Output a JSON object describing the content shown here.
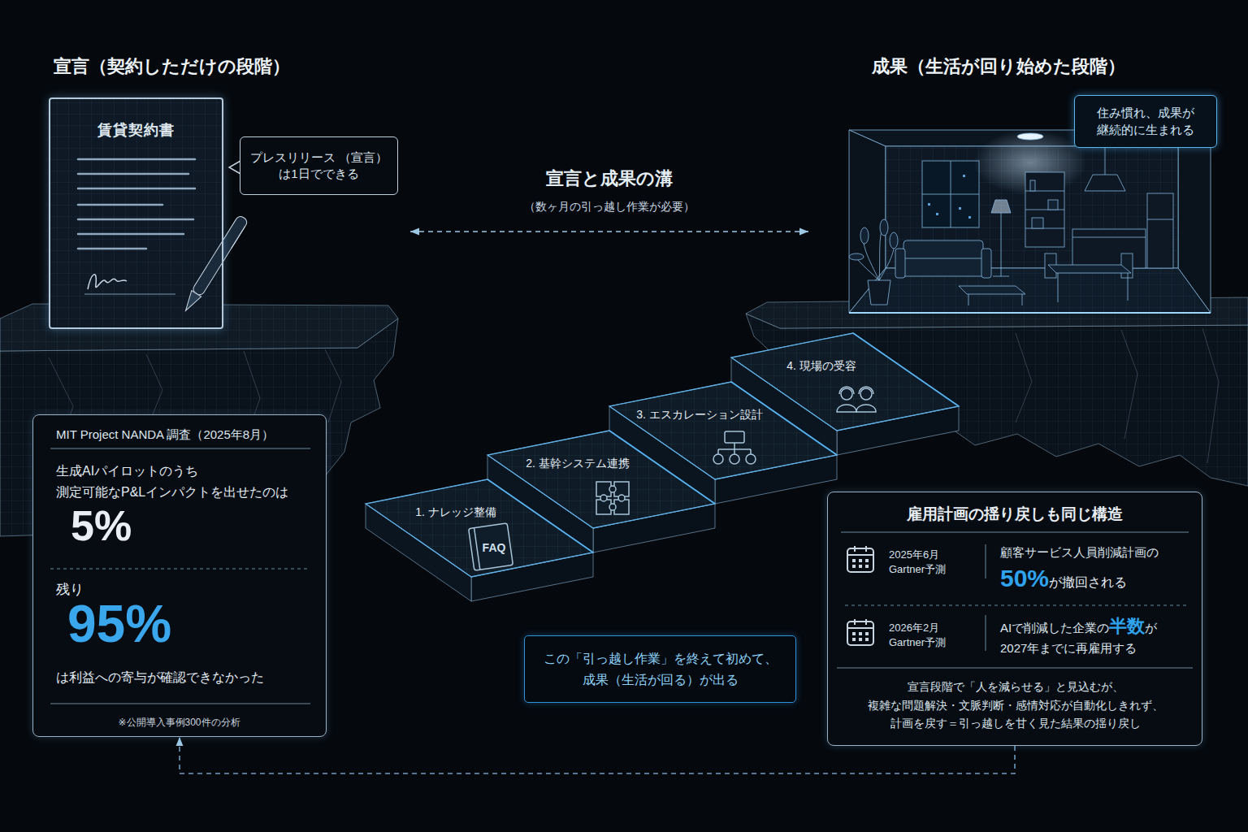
{
  "diagram": {
    "nodes": [
      {
        "text": [
          "宣言（契約しただけの段階）"
        ]
      },
      {
        "text": [
          "賃貸契約書"
        ],
        "in": 0
      },
      {
        "text": [
          "プレスリリース （宣言）は1日でできる"
        ],
        "in": 0
      },
      {
        "text": [
          "成果（生活が回り始めた段階）"
        ]
      },
      {
        "text": [
          "住み慣れ、成果が 継続的に生まれる"
        ],
        "in": 3
      },
      {
        "text": [
          "1. ナレッジ整備"
        ]
      },
      {
        "text": [
          "2. 基幹システム連携"
        ]
      },
      {
        "text": [
          "3. エスカレーション設計"
        ]
      },
      {
        "text": [
          "4. 現場の受容"
        ]
      },
      {
        "text": [
          "この「引っ越し作業」を終えて初めて、 成果（生活が回る）が出る"
        ]
      },
      {
        "text": [
          "MIT Project NANDA 調査（2025年8月）",
          "生成AIパイロットのうち 測定可能なP&Lインパクトを出せたのは",
          "5%",
          "残り",
          "95%",
          "は利益への寄与が確認できなかった",
          "※公開導入事例300件の分析"
        ]
      },
      {
        "text": [
          "雇用計画の揺り戻しも同じ構造",
          "2025年6月 Gartner予測",
          "顧客サービス人員削減計画の",
          "50%",
          "が撤回される",
          "2026年2月 Gartner予測",
          "AIで削減した企業の",
          "半数",
          "が",
          "2027年までに再雇用する",
          "宣言段階で「人を減らせる」と見込むが、 複雑な問題解決・文脈判断・感情対応が自動化しきれず、 計画を戻す＝引っ越しを甘く見た結果の揺り戻し"
        ]
      }
    ],
    "edges": [
      {
        "from": 0,
        "to": 3,
        "arrow": "both",
        "label": "宣言と成果の溝"
      },
      {
        "from": 11,
        "to": 10,
        "arrow": "to"
      }
    ],
    "labels": [
      "（数ヶ月の引っ越し作業が必要）",
      "FAQ"
    ]
  }
}
